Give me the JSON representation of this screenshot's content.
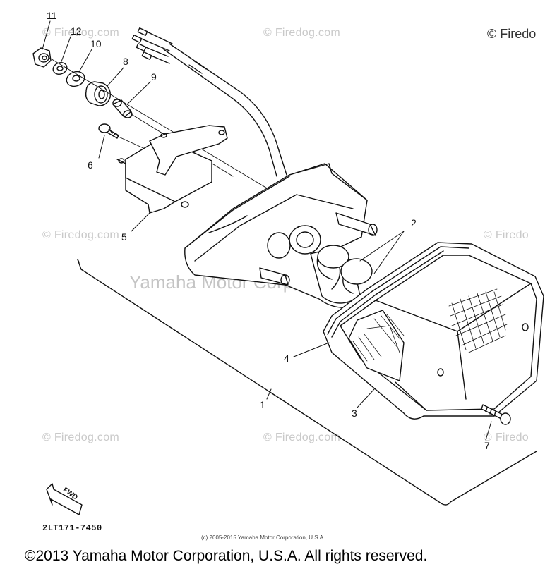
{
  "watermarks": {
    "firedog": "© Firedog.com",
    "firedog_cut": "© Firedo",
    "yamaha": "Yamaha Motor Corp, U.S.A."
  },
  "top_right_text": "© Firedo",
  "parts": {
    "p1": "1",
    "p2": "2",
    "p3": "3",
    "p4": "4",
    "p5": "5",
    "p6": "6",
    "p7": "7",
    "p8": "8",
    "p9": "9",
    "p10": "10",
    "p11": "11",
    "p12": "12"
  },
  "fwd_label": "FWD",
  "catalog_code": "2LT171-7450",
  "small_copyright": "(c) 2005-2015 Yamaha Motor Corporation, U.S.A.",
  "footer_copyright": "©2013 Yamaha Motor Corporation, U.S.A. All rights reserved."
}
